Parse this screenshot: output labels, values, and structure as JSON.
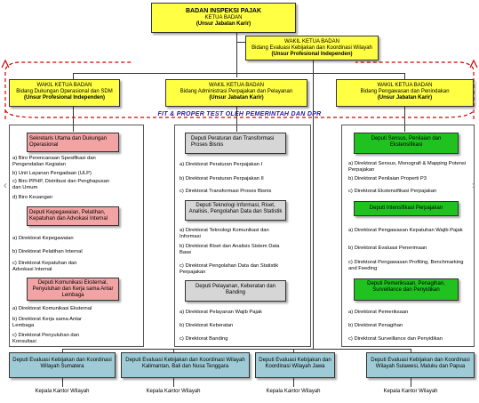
{
  "top": {
    "title": "BADAN INSPEKSI PAJAK",
    "sub1": "KETUA BADAN",
    "sub2": "(Unsur Jabatan Karir)"
  },
  "wakil_koordinasi": {
    "l1": "WAKIL KETUA BADAN",
    "l2": "Bidang Evaluasi Kebijakan dan Koordinasi Wilayah",
    "l3": "(Unsur Profesional Independen)"
  },
  "wakil_left": {
    "l1": "WAKIL KETUA BADAN",
    "l2": "Bidang Dukungan Operasional dan SDM",
    "l3": "(Unsur Profesional Independen)"
  },
  "wakil_mid": {
    "l1": "WAKIL KETUA BADAN",
    "l2": "Bidang Administrasi Perpajakan dan Pelayanan",
    "l3": "(Unsur Jabatan Karir)"
  },
  "wakil_right": {
    "l1": "WAKIL KETUA BADAN",
    "l2": "Bidang Pengawasan dan Penindakan",
    "l3": "(Unsur Jabatan Karir)"
  },
  "fit_proper": "FIT & PROPER TEST OLEH PEMERINTAH DAN DPR",
  "left_col": [
    {
      "head": "Sekretaris Utama dan Dukungan Operasional",
      "items": [
        "a) Biro Perencanaan Spesifikasi dan Pengendalian Kegiatan",
        "b) Unit Layanan Pengadaan (ULP)",
        "c) Biro PPHP, Distribusi dan Penghapusan dan Umum",
        "d) Biro Keuangan"
      ]
    },
    {
      "head": "Deputi Kepegawaian, Pelatihan, Kepatuhan dan Advokasi Internal",
      "items": [
        "a) Direktorat Kepegawaian",
        "b) Direktorat Pelatihan Internal",
        "c) Direktorat Kepatuhan dan Advokasi Internal"
      ]
    },
    {
      "head": "Deputi Komunikasi Eksternal, Penyuluhan dan Kerja sama Antar Lembaga",
      "items": [
        "a) Direktorat Komunikasi Eksternal",
        "b) Direktorat Kerja sama Antar Lembaga",
        "c) Direktorat Penyuluhan dan Konsultasi"
      ]
    }
  ],
  "mid_col": [
    {
      "head": "Deputi Peraturan dan Transformasi Proses Bisnis",
      "items": [
        "a) Direktorat Peraturan Perpajakan I",
        "b) Direktorat Peraturan Perpajakan II",
        "c) Direktorat Transformasi Proses Bisnis"
      ]
    },
    {
      "head": "Deputi Teknologi Informasi, Riset, Analisis, Pengolahan Data dan Statistik",
      "items": [
        "a) Direktorat Teknologi Komunikasi dan Informasi",
        "b) Direktorat Riset dan Analisis Sistem Data Base",
        "c) Direktorat Pengolahan Data dan Statistik Perpajakan"
      ]
    },
    {
      "head": "Deputi Pelayanan, Keberatan dan Banding",
      "items": [
        "a) Direktorat Pelayanan Wajib Pajak",
        "b) Direktorat Keberatan",
        "c) Direktorat Banding"
      ]
    }
  ],
  "right_col": [
    {
      "head": "Deputi Sensus, Penilaian dan Ekstensifikasi",
      "items": [
        "a) Direktorat Sensus, Monografi & Mapping Potensi Perpajakan",
        "b) Direktorat Penilaian Properti P3",
        "c) Direktorat Ekstensifikasi Perpajakan"
      ]
    },
    {
      "head": "Deputi Intensifikasi Perpajakan",
      "items": [
        "a) Direktorat Pengawasan Kepatuhan Wajib Pajak",
        "b) Direktorat Evaluasi Penerimaan",
        "c) Direktorat Pengawasan Profiling, Benchmarking and Feeding"
      ]
    },
    {
      "head": "Deputi Pemeriksaan, Penagihan, Surveillance dan Penyidikan",
      "items": [
        "a) Direktorat Pemeriksaan",
        "b) Direktorat Penagihan",
        "c) Direktorat Surveillance dan Penyidikan"
      ]
    }
  ],
  "bottom": [
    {
      "label": "Deputi Evaluasi Kebijakan dan Koordinasi Wilayah Sumatera",
      "kepala": "Kepala Kantor Wilayah"
    },
    {
      "label": "Deputi Evaluasi Kebijakan dan Koordinasi Wilayah Kalimantan, Bali dan Nusa Tenggara",
      "kepala": "Kepala Kantor Wilayah"
    },
    {
      "label": "Deputi Evaluasi Kebijakan dan Koordinasi Wilayah Jawa",
      "kepala": "Kepala Kantor Wilayah"
    },
    {
      "label": "Deputi Evaluasi Kebijakan dan Koordinasi Wilayah Sulawesi, Maluku dan Papua",
      "kepala": "Kepala Kantor Wilayah"
    }
  ],
  "colors": {
    "yellow": "#ffff44",
    "red": "#f2a3a3",
    "grey": "#d6d6d6",
    "green": "#1fc21f",
    "blue": "#9fcbd6",
    "dash_red": "#d10000"
  }
}
